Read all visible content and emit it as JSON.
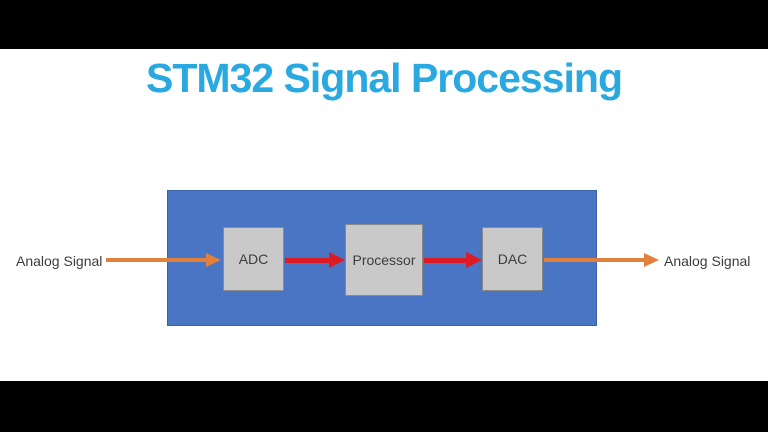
{
  "title": {
    "text": "STM32 Signal Processing",
    "color": "#2aa9e0"
  },
  "diagram": {
    "input_label": "Analog Signal",
    "output_label": "Analog Signal",
    "blocks": [
      {
        "label": "ADC"
      },
      {
        "label": "Processor"
      },
      {
        "label": "DAC"
      }
    ],
    "arrows": [
      {
        "name": "input-signal-arrow",
        "from": "Analog Signal (input)",
        "to": "ADC",
        "color": "#e2813b"
      },
      {
        "name": "adc-to-processor-arrow",
        "from": "ADC",
        "to": "Processor",
        "color": "#de1a22"
      },
      {
        "name": "processor-to-dac-arrow",
        "from": "Processor",
        "to": "DAC",
        "color": "#de1a22"
      },
      {
        "name": "output-signal-arrow",
        "from": "DAC",
        "to": "Analog Signal (output)",
        "color": "#e2813b"
      }
    ],
    "colors": {
      "panel_fill": "#4a74c4",
      "panel_border": "#3a62a8",
      "block_fill": "#c9c9c9",
      "block_border": "#8a8a8a",
      "signal_arrow": "#e2813b",
      "data_arrow": "#de1a22",
      "title": "#2aa9e0",
      "label_text": "#3d3d3d",
      "letterbox": "#000000",
      "background": "#ffffff"
    }
  }
}
